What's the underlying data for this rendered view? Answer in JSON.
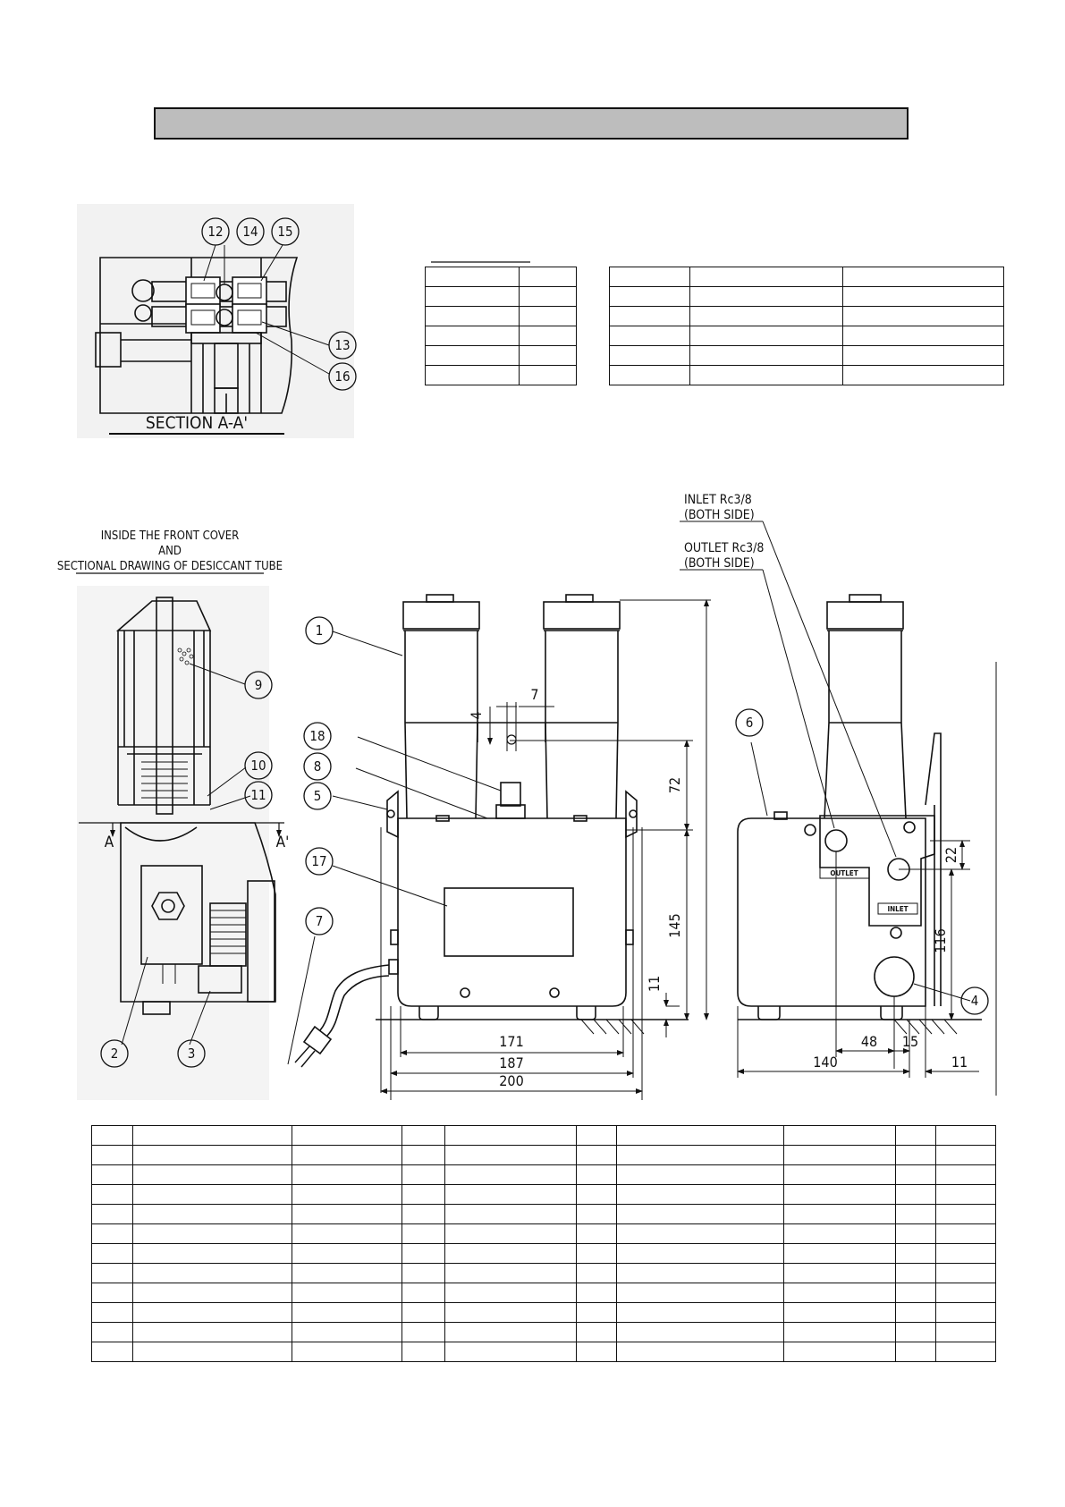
{
  "section_label": "SECTION A-A'",
  "front_cover_caption": {
    "line1": "INSIDE THE FRONT COVER",
    "line2": "AND",
    "line3": "SECTIONAL DRAWING OF DESICCANT TUBE"
  },
  "inlet_note": {
    "line1": "INLET Rc3/8",
    "line2": "(BOTH SIDE)"
  },
  "outlet_note": {
    "line1": "OUTLET Rc3/8",
    "line2": "(BOTH SIDE)"
  },
  "port_plates": {
    "outlet": "OUTLET",
    "inlet": "INLET"
  },
  "section_markers": {
    "a": "A",
    "a_prime": "A'"
  },
  "dimensions": {
    "d4": "4",
    "d7": "7",
    "d72": "72",
    "d145": "145",
    "d11_left": "11",
    "d171": "171",
    "d187": "187",
    "d200": "200",
    "d22": "22",
    "d116": "116",
    "d48": "48",
    "d15": "15",
    "d140": "140",
    "d11_right": "11"
  },
  "callouts": {
    "c1": "1",
    "c2": "2",
    "c3": "3",
    "c4": "4",
    "c5": "5",
    "c6": "6",
    "c7": "7",
    "c8": "8",
    "c9": "9",
    "c10": "10",
    "c11": "11",
    "c12": "12",
    "c13": "13",
    "c14": "14",
    "c15": "15",
    "c16": "16",
    "c17": "17",
    "c18": "18"
  },
  "tables": {
    "small_spec": {
      "rows": 6,
      "cols": 2
    },
    "mid_spec": {
      "rows": 6,
      "cols": 3
    },
    "parts_list": {
      "rows": 12,
      "cols": 10
    }
  }
}
